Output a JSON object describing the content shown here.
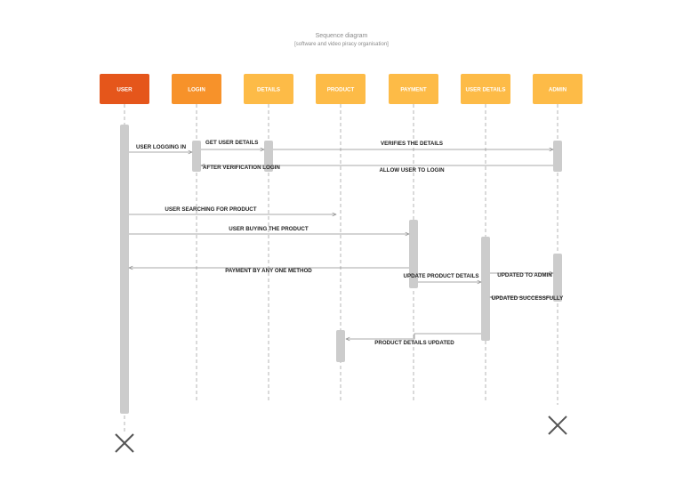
{
  "title": "Sequence diagram",
  "subtitle": "[software and video piracy organisation]",
  "colors": {
    "user": "#e5561b",
    "login": "#f7922a",
    "default_actor": "#fdbb47",
    "activation": "#cccccc",
    "lifeline": "#b5b5b5",
    "arrow": "#8c8c8c",
    "destroy": "#555555",
    "label": "#222222"
  },
  "actors": [
    {
      "id": "user",
      "label": "USER",
      "color": "#e5561b"
    },
    {
      "id": "login",
      "label": "LOGIN",
      "color": "#f7922a"
    },
    {
      "id": "details",
      "label": "DETAILS",
      "color": "#fdbb47"
    },
    {
      "id": "product",
      "label": "PRODUCT",
      "color": "#fdbb47"
    },
    {
      "id": "payment",
      "label": "PAYMENT",
      "color": "#fdbb47"
    },
    {
      "id": "user_details",
      "label": "USER DETAILS",
      "color": "#fdbb47"
    },
    {
      "id": "admin",
      "label": "ADMIN",
      "color": "#fdbb47"
    }
  ],
  "messages": [
    {
      "id": "m1",
      "text": "USER LOGGING IN"
    },
    {
      "id": "m2",
      "text": "GET USER DETAILS"
    },
    {
      "id": "m3",
      "text": "VERIFIES THE DETAILS"
    },
    {
      "id": "m4",
      "text": "ALLOW USER TO LOGIN"
    },
    {
      "id": "m5",
      "text": "AFTER VERIFICATION LOGIN"
    },
    {
      "id": "m6",
      "text": "USER SEARCHING FOR PRODUCT"
    },
    {
      "id": "m7",
      "text": "USER BUYING THE PRODUCT"
    },
    {
      "id": "m8",
      "text": "PAYMENT BY ANY ONE METHOD"
    },
    {
      "id": "m9",
      "text": "UPDATE PRODUCT DETAILS"
    },
    {
      "id": "m10",
      "text": "UPDATED TO ADMIN"
    },
    {
      "id": "m11",
      "text": "UPDATED SUCCESSFULLY"
    },
    {
      "id": "m12",
      "text": "PRODUCT DETAILS UPDATED"
    }
  ]
}
